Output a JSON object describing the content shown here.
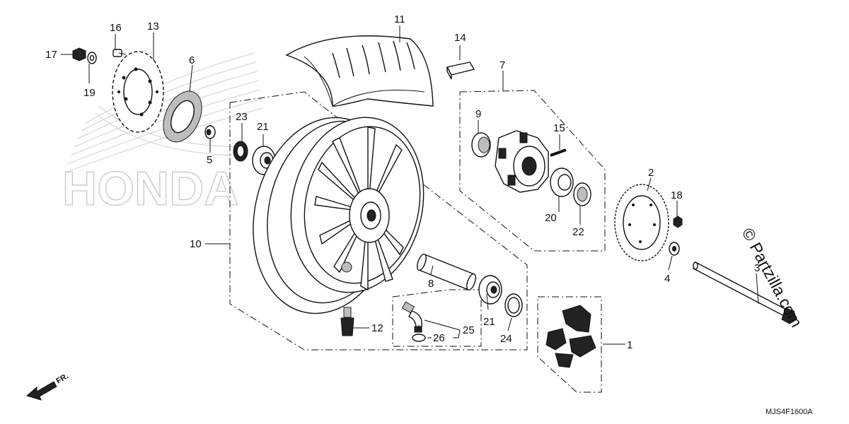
{
  "diagram_code": "MJS4F1600A",
  "watermark_brand": "HONDA",
  "copyright": "© Partzilla.com",
  "direction_label": "FR.",
  "callouts": {
    "p1": "1",
    "p2": "2",
    "p3": "3",
    "p4": "4",
    "p5": "5",
    "p6": "6",
    "p7": "7",
    "p8": "8",
    "p9": "9",
    "p10": "10",
    "p11": "11",
    "p12": "12",
    "p13": "13",
    "p14": "14",
    "p15": "15",
    "p16": "16",
    "p17": "17",
    "p18": "18",
    "p19": "19",
    "p20": "20",
    "p21a": "21",
    "p21b": "21",
    "p22": "22",
    "p23": "23",
    "p24": "24",
    "p25": "25",
    "p26": "26"
  }
}
